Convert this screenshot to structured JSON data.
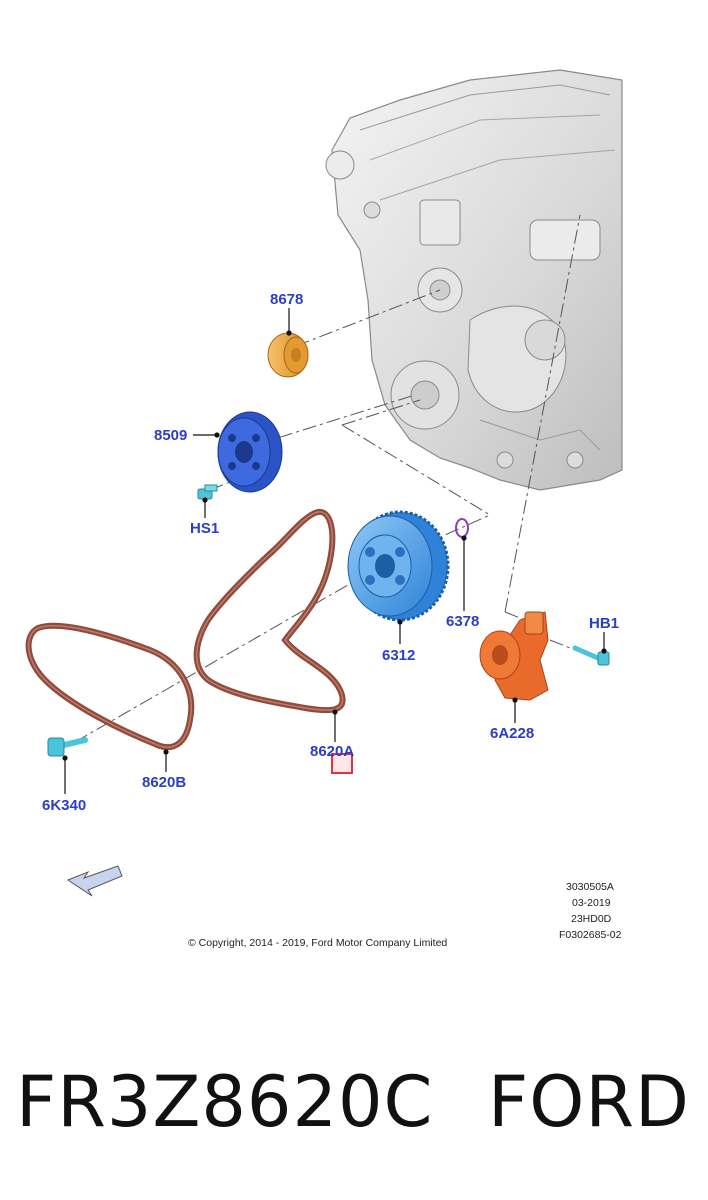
{
  "callouts": {
    "c8678": "8678",
    "c8509": "8509",
    "hs1": "HS1",
    "c6312": "6312",
    "c6378": "6378",
    "hb1": "HB1",
    "c6a228": "6A228",
    "c8620a": "8620A",
    "c8620b": "8620B",
    "c6k340": "6K340"
  },
  "meta": {
    "ref1": "3030505A",
    "ref2": "03-2019",
    "ref3": "23HD0D",
    "ref4": "F0302685-02",
    "copyright": "© Copyright, 2014 - 2019, Ford Motor Company Limited"
  },
  "caption": {
    "part_number": "FR3Z8620C",
    "brand": "FORD"
  },
  "colors": {
    "callout_text": "#2b3ec9",
    "idler_pulley": "#e8a43f",
    "water_pump_pulley": "#2f5fd6",
    "crank_pulley": "#4a9ee6",
    "belt": "#8f4b3d",
    "tensioner": "#ea6a2b",
    "bolts": "#4cc4d9",
    "highlight_box": "#e8303a",
    "o_ring": "#8a3ccf"
  },
  "icons": [
    "engine-block-illustration",
    "front-direction-arrow"
  ]
}
